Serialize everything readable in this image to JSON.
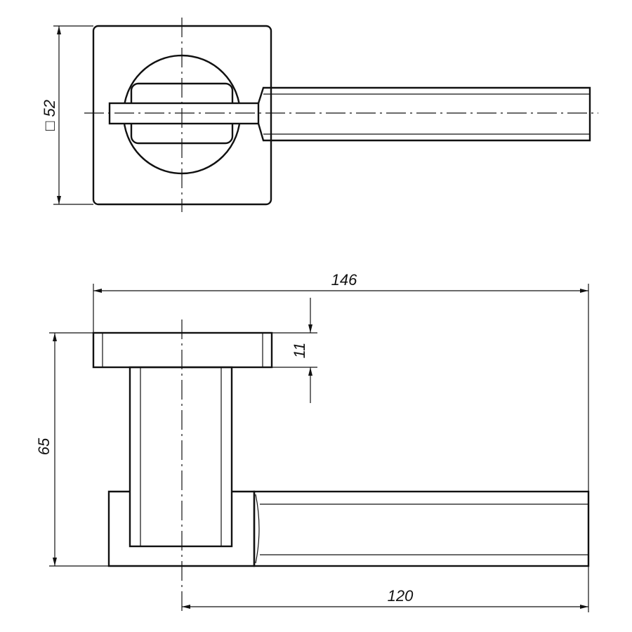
{
  "title": "Door handle on square rose – technical drawing",
  "dimensions": {
    "rose_square": "□ 52",
    "total_length": "146",
    "rose_thickness": "11",
    "total_height": "65",
    "lever_length": "120"
  },
  "colors": {
    "line": "#111111",
    "background": "#ffffff"
  }
}
